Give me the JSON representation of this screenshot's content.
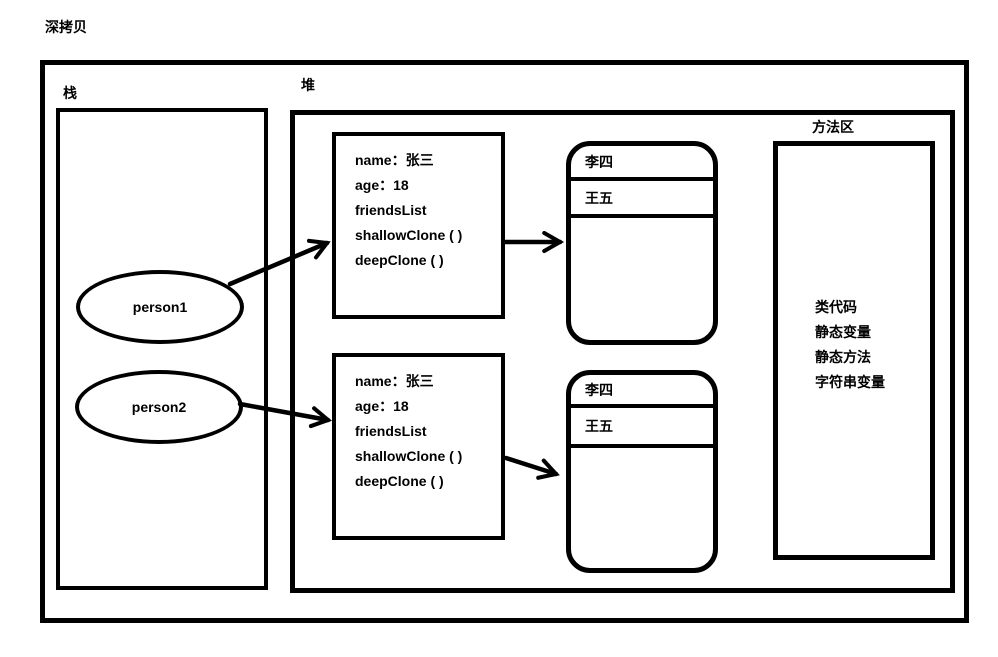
{
  "title": "深拷贝",
  "stack": {
    "label": "栈",
    "refs": [
      {
        "label": "person1"
      },
      {
        "label": "person2"
      }
    ]
  },
  "heap": {
    "label": "堆",
    "objects": [
      {
        "lines": [
          "name：张三",
          "age：18",
          "friendsList",
          "shallowClone ( )",
          "deepClone ( )"
        ]
      },
      {
        "lines": [
          "name：张三",
          "age：18",
          "friendsList",
          "shallowClone ( )",
          "deepClone ( )"
        ]
      }
    ],
    "lists": [
      {
        "rows": [
          "李四",
          "王五"
        ]
      },
      {
        "rows": [
          "李四",
          "王五"
        ]
      }
    ]
  },
  "method_area": {
    "label": "方法区",
    "lines": [
      "类代码",
      "静态变量",
      "静态方法",
      "字符串变量"
    ]
  },
  "colors": {
    "stroke": "#000000",
    "background": "#ffffff"
  }
}
